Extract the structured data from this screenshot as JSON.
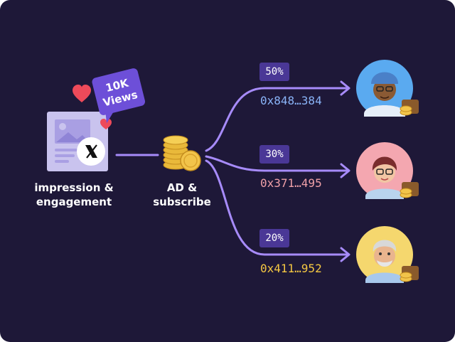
{
  "source": {
    "label_line1": "impression &",
    "label_line2": "engagement",
    "platform_icon": "x-logo-icon"
  },
  "views_badge": {
    "line1": "10K",
    "line2": "Views"
  },
  "middle": {
    "label_line1": "AD &",
    "label_line2": "subscribe",
    "icon": "coins-icon"
  },
  "recipients": [
    {
      "percent": "50%",
      "address": "0x848…384",
      "address_color": "#8ab4f8",
      "avatar_bg": "#5aaaf0"
    },
    {
      "percent": "30%",
      "address": "0x371…495",
      "address_color": "#f0a0a8",
      "avatar_bg": "#f4a7b0"
    },
    {
      "percent": "20%",
      "address": "0x411…952",
      "address_color": "#f5c842",
      "avatar_bg": "#f5d76e"
    }
  ],
  "colors": {
    "background": "#1e1838",
    "accent": "#a78bfa",
    "badge": "#6d4fd8",
    "heart": "#ee4a5a"
  }
}
